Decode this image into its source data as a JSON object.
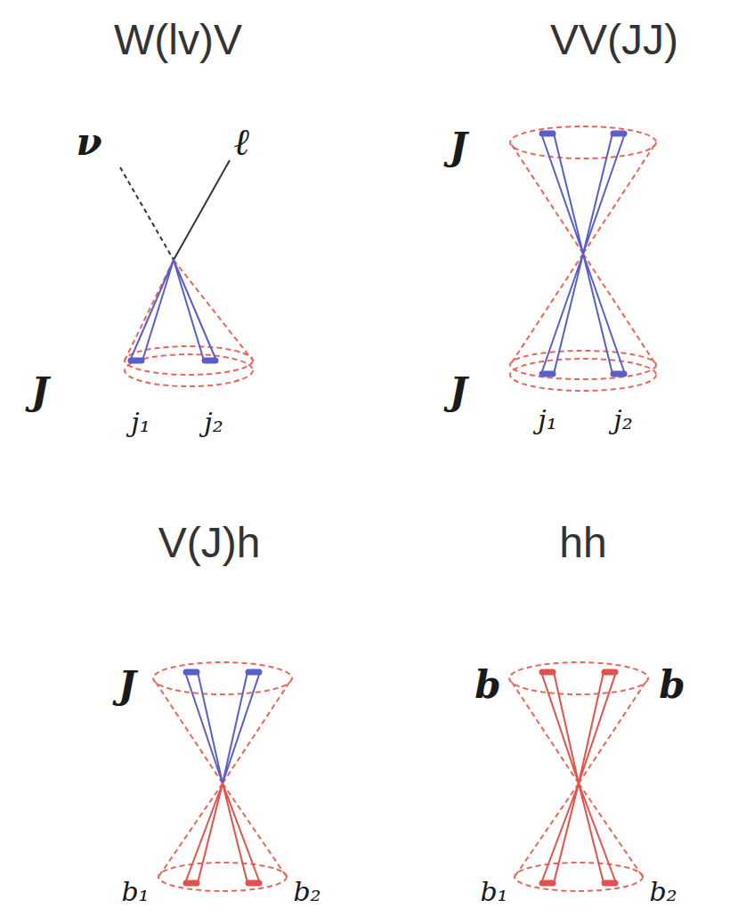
{
  "diagram": {
    "labels": [
      "W(lv)V",
      "VV(JJ)",
      "ν",
      "ℓ",
      "J",
      "j₁",
      "j₂",
      "J",
      "J",
      "j₁",
      "j₂",
      "V(J)h",
      "hh",
      "J",
      "b₁",
      "b₂",
      "b",
      "b",
      "b₁",
      "b₂"
    ]
  }
}
